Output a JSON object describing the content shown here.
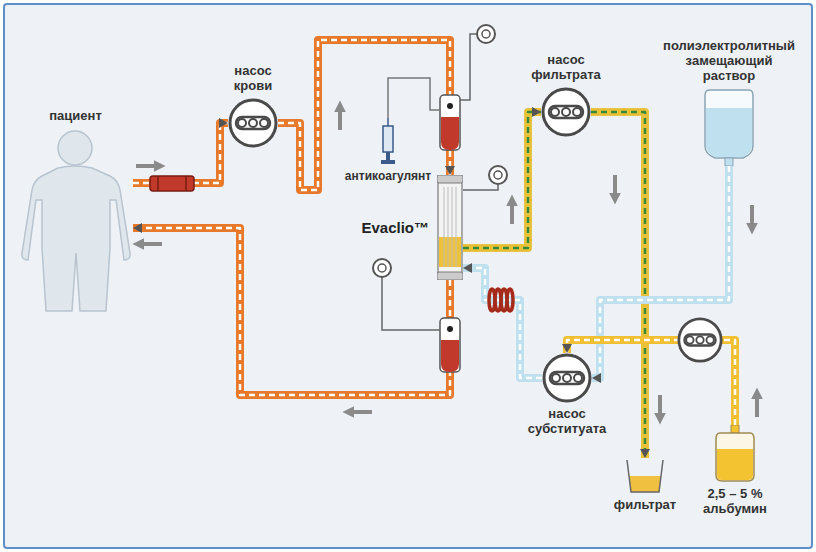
{
  "diagram": {
    "nodes": [
      {
        "text": [
          "насос крови"
        ]
      },
      {
        "text": [
          "насос фильтрата"
        ]
      },
      {
        "text": [
          "полиэлектролитный замещающий раствор"
        ]
      },
      {
        "text": [
          "пациент"
        ]
      },
      {
        "text": [
          "антикоагулянт"
        ]
      },
      {
        "text": [
          "Evaclio™"
        ]
      },
      {
        "text": [
          "насос субституата"
        ]
      },
      {
        "text": [
          "фильтрат"
        ]
      },
      {
        "text": [
          "2,5 – 5 % альбумин"
        ]
      }
    ],
    "edges": [
      {
        "from": 3,
        "to": 0,
        "arrow": "to"
      },
      {
        "from": 0,
        "to": 5,
        "arrow": "to"
      },
      {
        "from": 5,
        "to": 3,
        "arrow": "to"
      },
      {
        "from": 5,
        "to": 1,
        "arrow": "to"
      },
      {
        "from": 1,
        "to": 7,
        "arrow": "to"
      },
      {
        "from": 2,
        "to": 6,
        "arrow": "to"
      },
      {
        "from": 6,
        "to": 5,
        "arrow": "to"
      },
      {
        "from": 8,
        "to": 6,
        "arrow": "to"
      }
    ]
  }
}
